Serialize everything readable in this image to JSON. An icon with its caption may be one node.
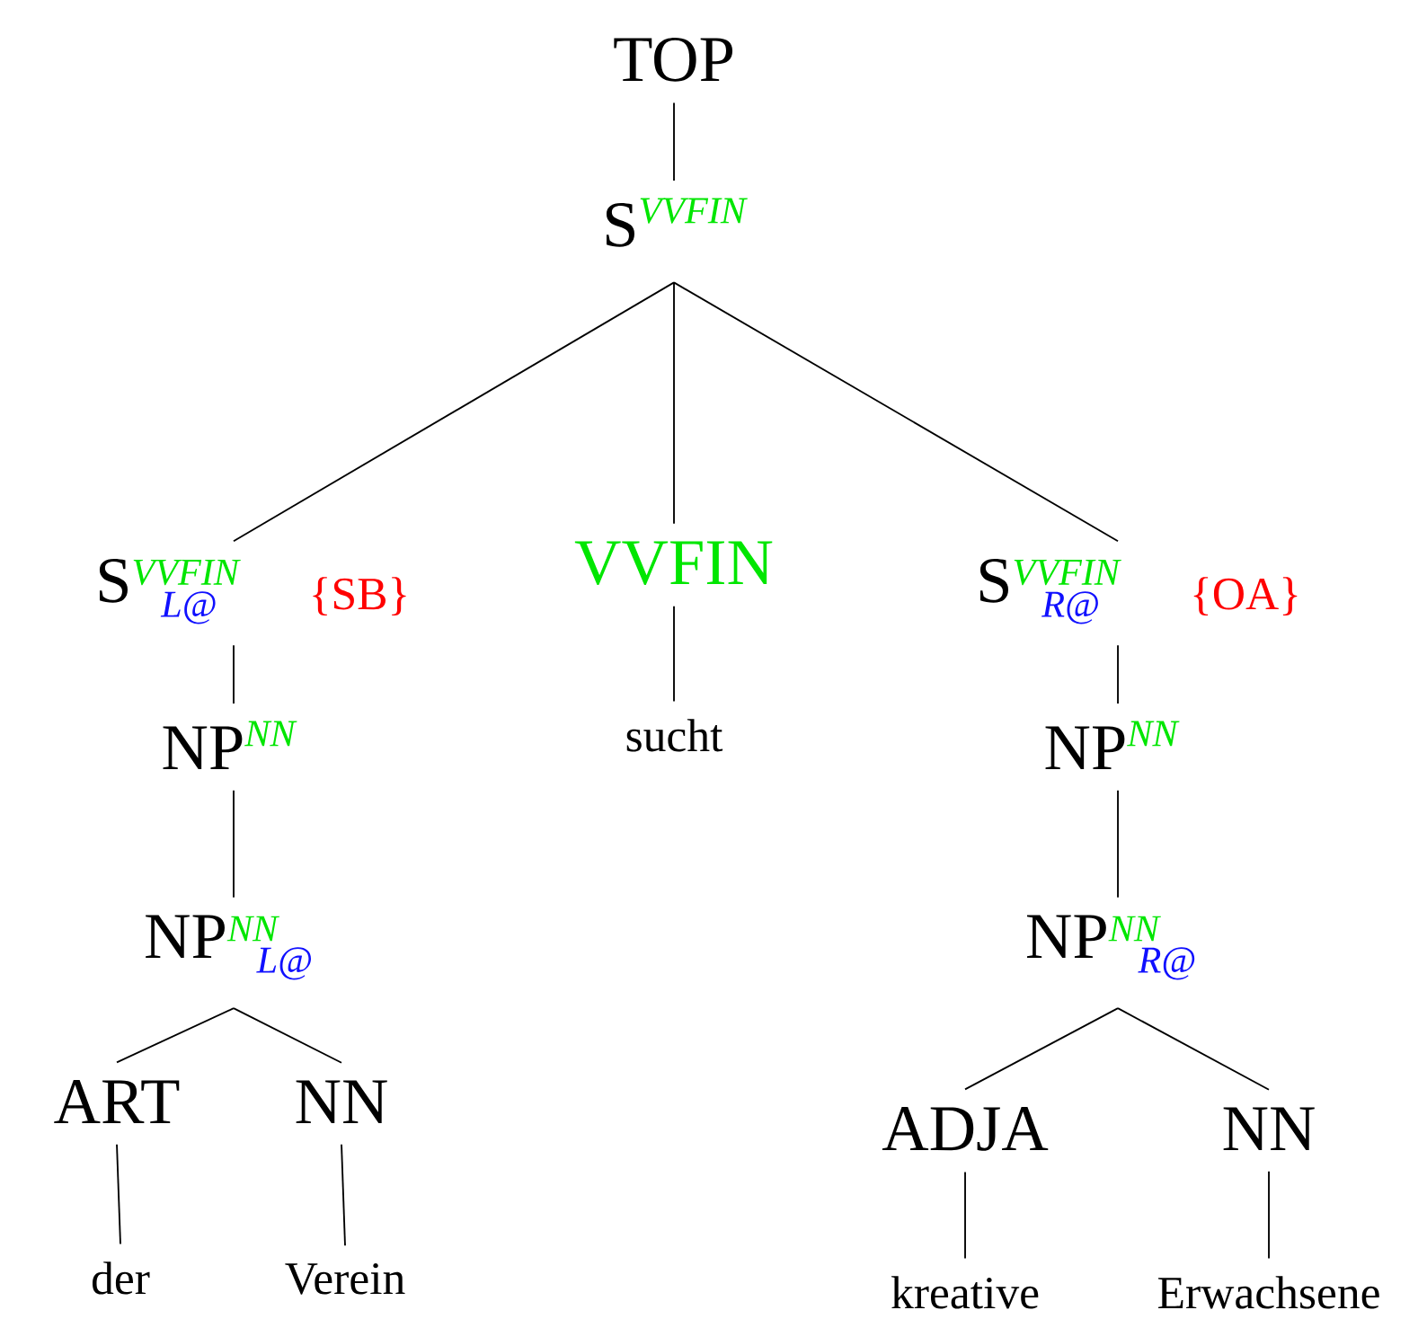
{
  "diagram": {
    "nodes": [
      {
        "text": [
          "TOP"
        ]
      },
      {
        "text": [
          "S",
          "VVFIN"
        ]
      },
      {
        "text": [
          "S",
          "VVFIN",
          "L@"
        ],
        "beside": [
          "{SB}"
        ]
      },
      {
        "text": [
          "VVFIN"
        ]
      },
      {
        "text": [
          "S",
          "VVFIN",
          "R@"
        ],
        "beside": [
          "{OA}"
        ]
      },
      {
        "text": [
          "NP",
          "NN"
        ]
      },
      {
        "text": [
          "sucht"
        ]
      },
      {
        "text": [
          "NP",
          "NN"
        ]
      },
      {
        "text": [
          "NP",
          "NN",
          "L@"
        ]
      },
      {
        "text": [
          "NP",
          "NN",
          "R@"
        ]
      },
      {
        "text": [
          "ART"
        ]
      },
      {
        "text": [
          "NN"
        ]
      },
      {
        "text": [
          "ADJA"
        ]
      },
      {
        "text": [
          "NN"
        ]
      },
      {
        "text": [
          "der"
        ]
      },
      {
        "text": [
          "Verein"
        ]
      },
      {
        "text": [
          "kreative"
        ]
      },
      {
        "text": [
          "Erwachsene"
        ]
      }
    ],
    "edges": [
      {
        "from": 0,
        "to": 1,
        "arrow": "none"
      },
      {
        "from": 1,
        "to": 2,
        "arrow": "none"
      },
      {
        "from": 1,
        "to": 3,
        "arrow": "none"
      },
      {
        "from": 1,
        "to": 4,
        "arrow": "none"
      },
      {
        "from": 2,
        "to": 5,
        "arrow": "none"
      },
      {
        "from": 3,
        "to": 6,
        "arrow": "none"
      },
      {
        "from": 4,
        "to": 7,
        "arrow": "none"
      },
      {
        "from": 5,
        "to": 8,
        "arrow": "none"
      },
      {
        "from": 7,
        "to": 9,
        "arrow": "none"
      },
      {
        "from": 8,
        "to": 10,
        "arrow": "none"
      },
      {
        "from": 8,
        "to": 11,
        "arrow": "none"
      },
      {
        "from": 9,
        "to": 12,
        "arrow": "none"
      },
      {
        "from": 9,
        "to": 13,
        "arrow": "none"
      },
      {
        "from": 10,
        "to": 14,
        "arrow": "none"
      },
      {
        "from": 11,
        "to": 15,
        "arrow": "none"
      },
      {
        "from": 12,
        "to": 16,
        "arrow": "none"
      },
      {
        "from": 13,
        "to": 17,
        "arrow": "none"
      }
    ]
  }
}
